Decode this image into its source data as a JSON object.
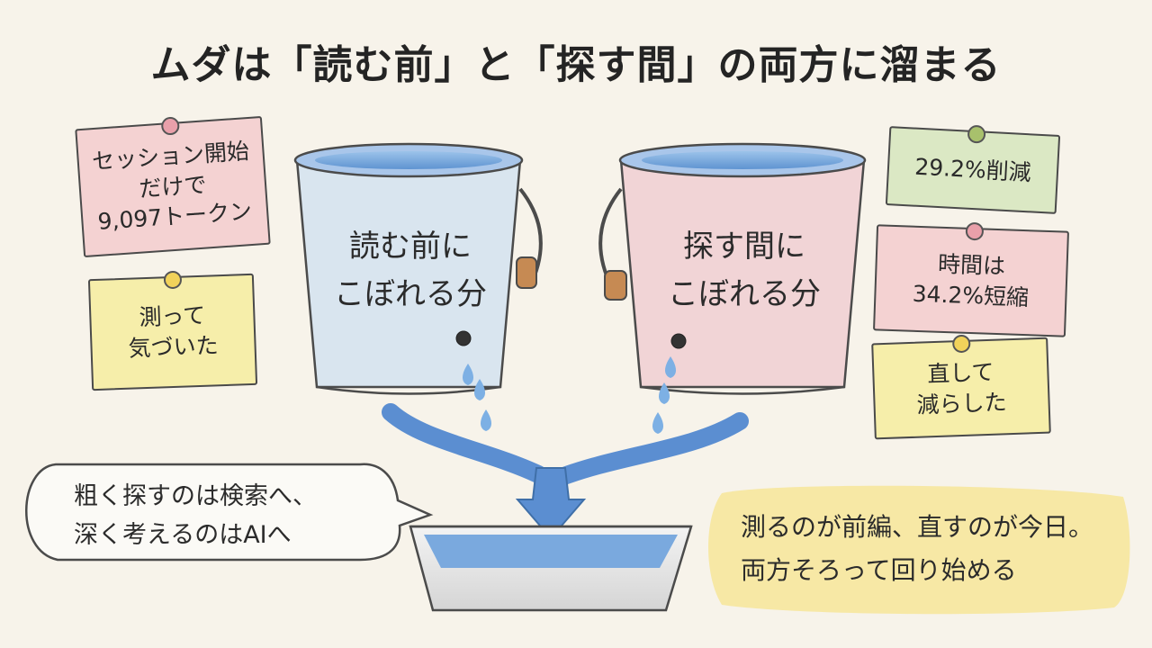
{
  "title": "ムダは「読む前」と「探す間」の両方に溜まる",
  "left_notes": {
    "top": "セッション開始\nだけで\n9,097トークン",
    "bottom": "測って\n気づいた"
  },
  "right_notes": {
    "top": "29.2%削減",
    "middle": "時間は\n34.2%短縮",
    "bottom": "直して\n減らした"
  },
  "buckets": {
    "left_label": "読む前に\nこぼれる分",
    "right_label": "探す間に\nこぼれる分"
  },
  "speech_bubble": "粗く探すのは検索へ、\n深く考えるのはAIへ",
  "conclusion": "測るのが前編、直すのが今日。\n両方そろって回り始める",
  "colors": {
    "background": "#f7f3ea",
    "left_bucket": "#d9e5ef",
    "right_bucket": "#f1d4d6",
    "water": "#6fa2d8",
    "arrow": "#5b8ed1",
    "note_pink": "#f4d2d2",
    "note_yellow": "#f6eeaa",
    "note_green": "#dbe8c4",
    "wash_yellow": "#f7e7a1"
  }
}
